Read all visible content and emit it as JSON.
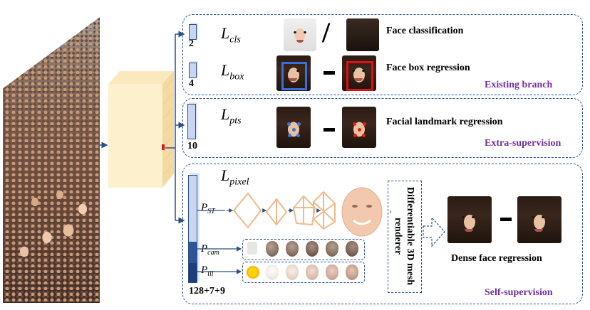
{
  "branches": {
    "cls": {
      "loss": "L",
      "loss_sub": "cls",
      "dim": "2",
      "title": "Face classification"
    },
    "box": {
      "loss": "L",
      "loss_sub": "box",
      "dim": "4",
      "title": "Face box regression"
    },
    "pts": {
      "loss": "L",
      "loss_sub": "pts",
      "dim": "10",
      "title": "Facial landmark regression"
    },
    "pixel": {
      "loss": "L",
      "loss_sub": "pixel",
      "dim": "128+7+9",
      "title": "Dense face regression"
    }
  },
  "panels": {
    "existing": "Existing branch",
    "extra": "Extra-supervision",
    "self": "Self-supervision"
  },
  "params": {
    "st": {
      "sym": "P",
      "sub": "ST"
    },
    "cam": {
      "sym": "P",
      "sub": "cam"
    },
    "ill": {
      "sym": "P",
      "sub": "ill"
    }
  },
  "slash": "/",
  "minus": "-",
  "renderer": "Differentiable 3D mesh renderer",
  "colors": {
    "panel_border": "#2b4f8a",
    "purple": "#7030a0",
    "bar": "#c9d6ef",
    "bar_dark": "#1f3d78",
    "feature": "#fdf0cc",
    "box_blue": "#3b6ed6",
    "box_red": "#e01010",
    "landmark_red": "#e02020",
    "landmark_blue": "#3b78d8"
  }
}
